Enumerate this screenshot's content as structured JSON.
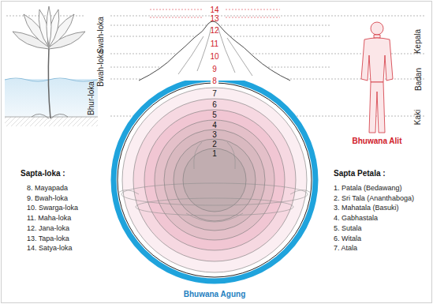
{
  "diagram": {
    "labels": [
      "14",
      "13",
      "12",
      "11",
      "10",
      "9",
      "8",
      "7",
      "6",
      "5",
      "4",
      "3",
      "2",
      "1",
      "Swah-loka",
      "Bwah-loka",
      "Bhur-loka",
      "Kepala",
      "Badan",
      "Kaki",
      "Bhuwana Alit",
      "Bhuwana Agung",
      "Sapta-loka :",
      "8. Mayapada",
      "9. Bwah-loka",
      "10. Swarga-loka",
      "11. Maha-loka",
      "12. Jana-loka",
      "13. Tapa-loka",
      "14. Satya-loka",
      "Sapta Petala :",
      "1. Patala (Bedawang)",
      "2. Sri Tala (Ananthaboga)",
      "3. Mahatala (Basuki)",
      "4. Gabhastala",
      "5. Sutala",
      "6. Witala",
      "7. Atala"
    ]
  }
}
